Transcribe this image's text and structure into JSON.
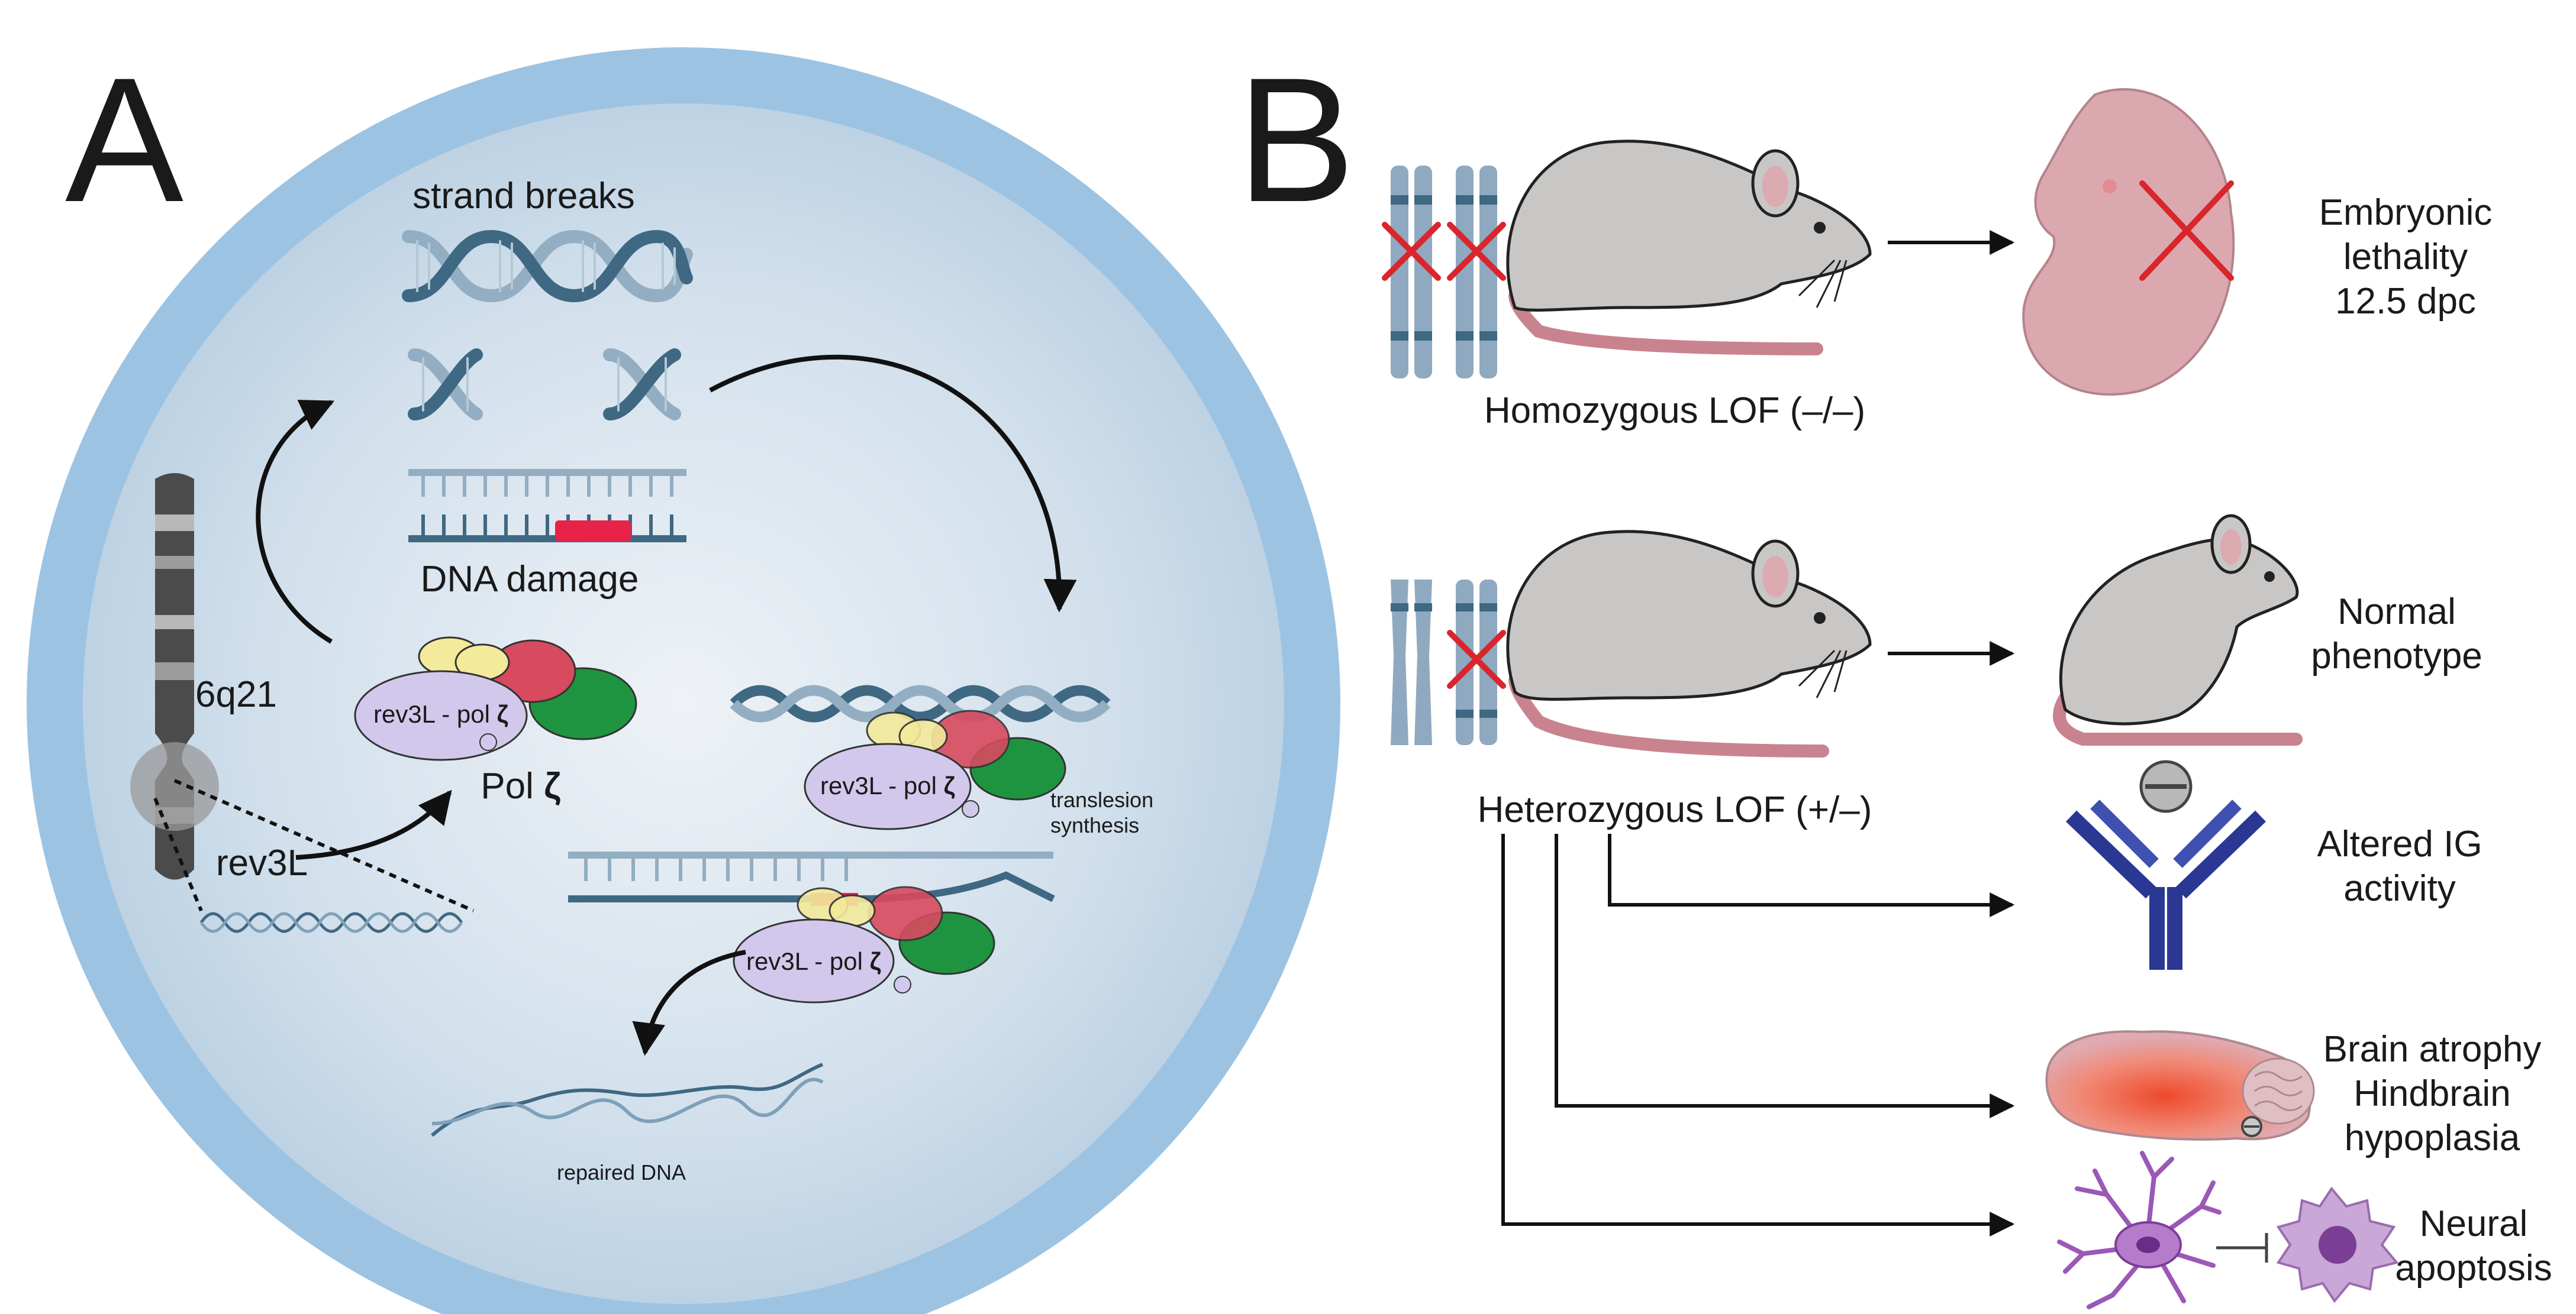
{
  "panel_a": {
    "letter": "A",
    "labels": {
      "strand_breaks": "strand breaks",
      "dna_damage": "DNA damage",
      "locus": "6q21",
      "gene": "rev3L",
      "pol_complex": "rev3L - pol",
      "zeta": "ζ",
      "pol_zeta_name": "Pol",
      "translesion_1": "translesion",
      "translesion_2": "synthesis",
      "repaired": "repaired DNA"
    }
  },
  "panel_b": {
    "letter": "B",
    "homozygous": {
      "genotype_label": "Homozygous LOF (–/–)",
      "outcome": [
        "Embryonic",
        "lethality",
        "12.5 dpc"
      ]
    },
    "heterozygous": {
      "genotype_label": "Heterozygous LOF (+/–)",
      "outcome": [
        "Normal",
        "phenotype"
      ],
      "effects": [
        {
          "id": "ig",
          "lines": [
            "Altered IG",
            "activity"
          ]
        },
        {
          "id": "brain",
          "lines": [
            "Brain atrophy",
            "Hindbrain",
            "hypoplasia"
          ]
        },
        {
          "id": "neural",
          "lines": [
            "Neural",
            "apoptosis"
          ]
        }
      ]
    }
  },
  "colors": {
    "cell_outer": "#9dc3e2",
    "cell_inner": "#c3d8e8",
    "dna_dark": "#3f6882",
    "dna_light": "#93aec2",
    "damage": "#e8234a",
    "pol_lavender": "#d2c8ec",
    "pol_yellow": "#f3ea9b",
    "pol_red": "#d84a5e",
    "pol_green": "#1f9440",
    "mouse_body": "#c9c7c5",
    "mouse_tail": "#c9838e",
    "embryo": "#dca8af",
    "cross_red": "#d8262c",
    "antibody": "#2a3894",
    "neuron": "#9b58b6"
  }
}
